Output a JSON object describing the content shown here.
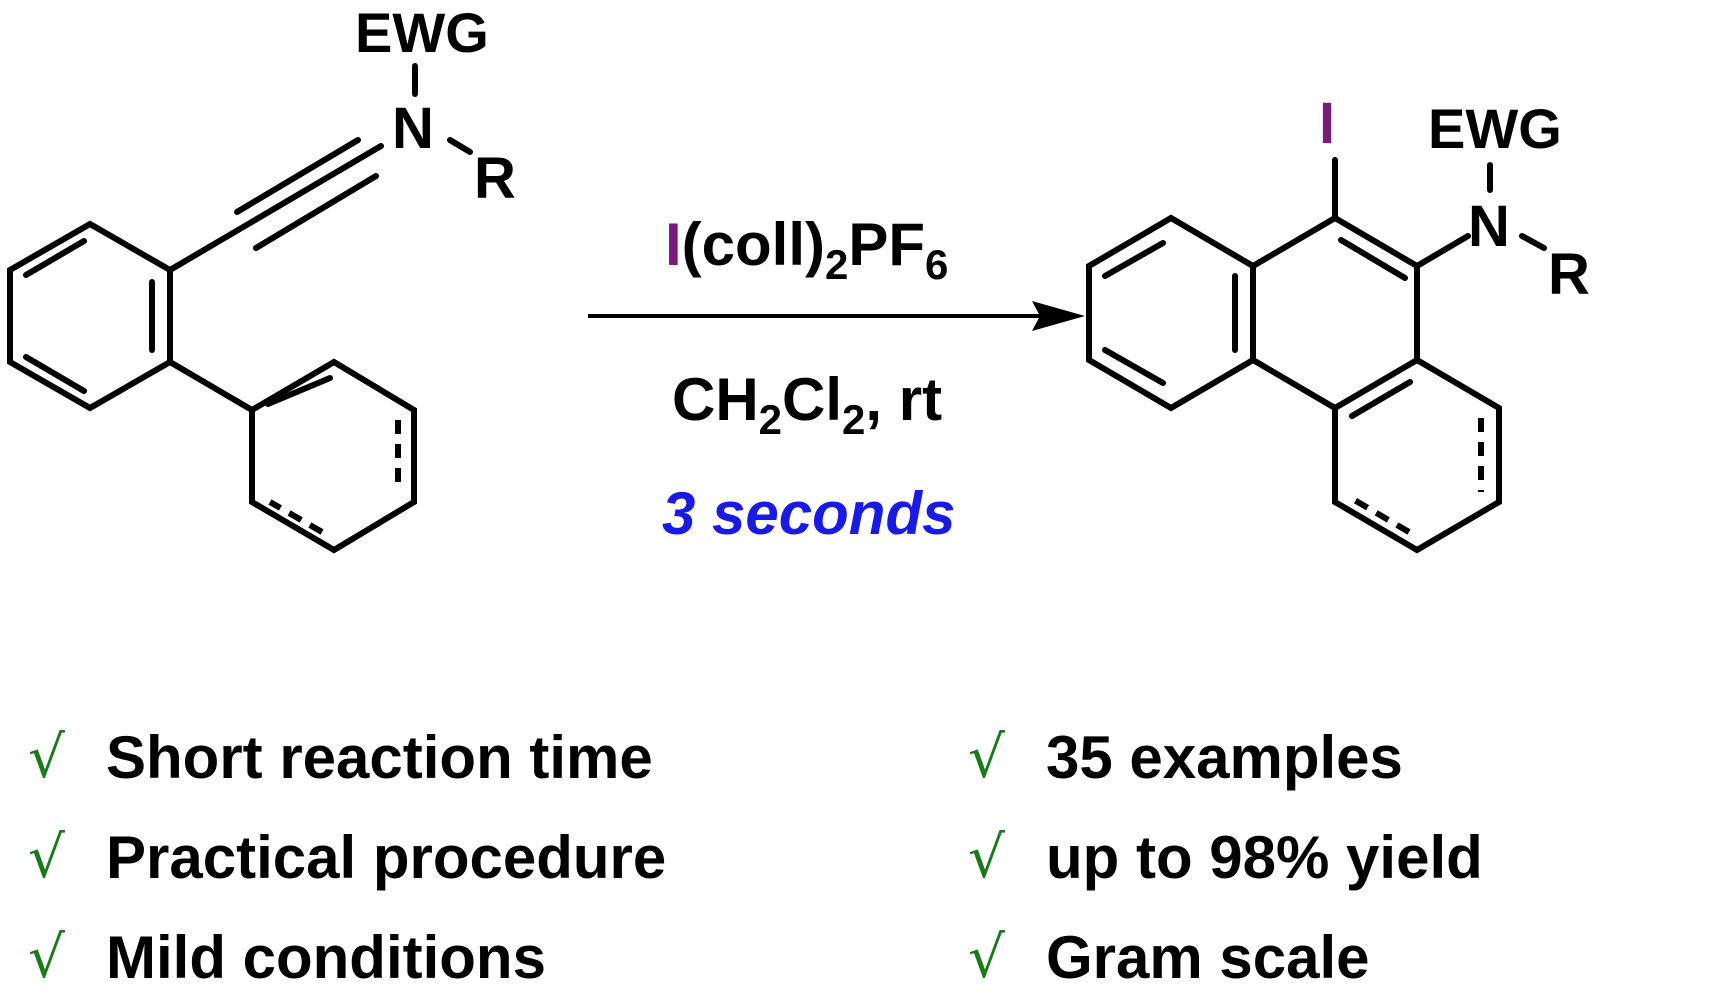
{
  "reactant": {
    "ewg_label": "EWG",
    "n_label": "N",
    "r_label": "R"
  },
  "conditions": {
    "reagent_iodine": "I",
    "reagent_rest": "(coll)",
    "reagent_sub1": "2",
    "reagent_pf": "PF",
    "reagent_sub2": "6",
    "solvent_ch": "CH",
    "solvent_sub1": "2",
    "solvent_cl": "Cl",
    "solvent_sub2": "2",
    "solvent_rest": ", rt",
    "time": "3 seconds"
  },
  "product": {
    "iodo_label": "I",
    "ewg_label": "EWG",
    "n_label": "N",
    "r_label": "R"
  },
  "features": {
    "check_symbol": "√",
    "left": [
      "Short reaction time",
      "Practical procedure",
      "Mild conditions"
    ],
    "right": [
      "35 examples",
      "up to 98% yield",
      "Gram scale"
    ]
  },
  "colors": {
    "iodine": "#7a1a7a",
    "time": "#1a1ae6",
    "check": "#1a7a1a",
    "text": "#000000"
  }
}
